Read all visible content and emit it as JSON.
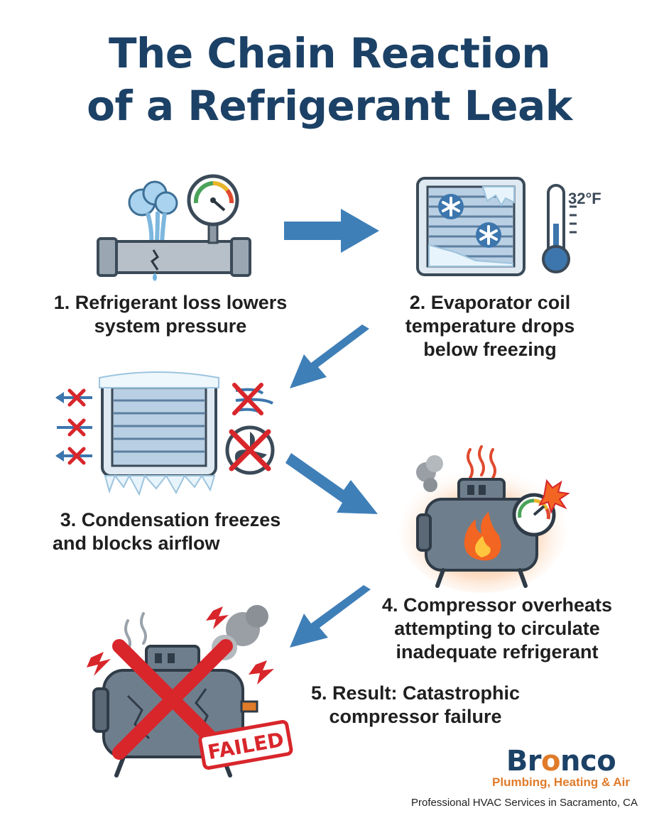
{
  "title": {
    "line1": "The Chain Reaction",
    "line2": "of a Refrigerant Leak"
  },
  "steps": [
    {
      "line1": "1. Refrigerant loss lowers",
      "line2": "system pressure"
    },
    {
      "line1": "2. Evaporator coil",
      "line2": "temperature drops",
      "line3": "below freezing"
    },
    {
      "line1": "3. Condensation freezes",
      "line2": "and blocks airflow"
    },
    {
      "line1": "4. Compressor overheats",
      "line2": "attempting to circulate",
      "line3": "inadequate refrigerant"
    },
    {
      "line1": "5. Result: Catastrophic",
      "line2": "compressor failure"
    }
  ],
  "thermometer_label": "32°F",
  "failed_stamp": "FAILED",
  "brand": {
    "name_prefix": "Br",
    "name_o": "o",
    "name_suffix": "nco",
    "tagline": "Plumbing, Heating & Air"
  },
  "footer": "Professional HVAC Services in Sacramento, CA",
  "colors": {
    "title": "#1c4166",
    "arrow": "#3f7fb8",
    "danger": "#d8262b",
    "accent": "#e07b2a"
  }
}
